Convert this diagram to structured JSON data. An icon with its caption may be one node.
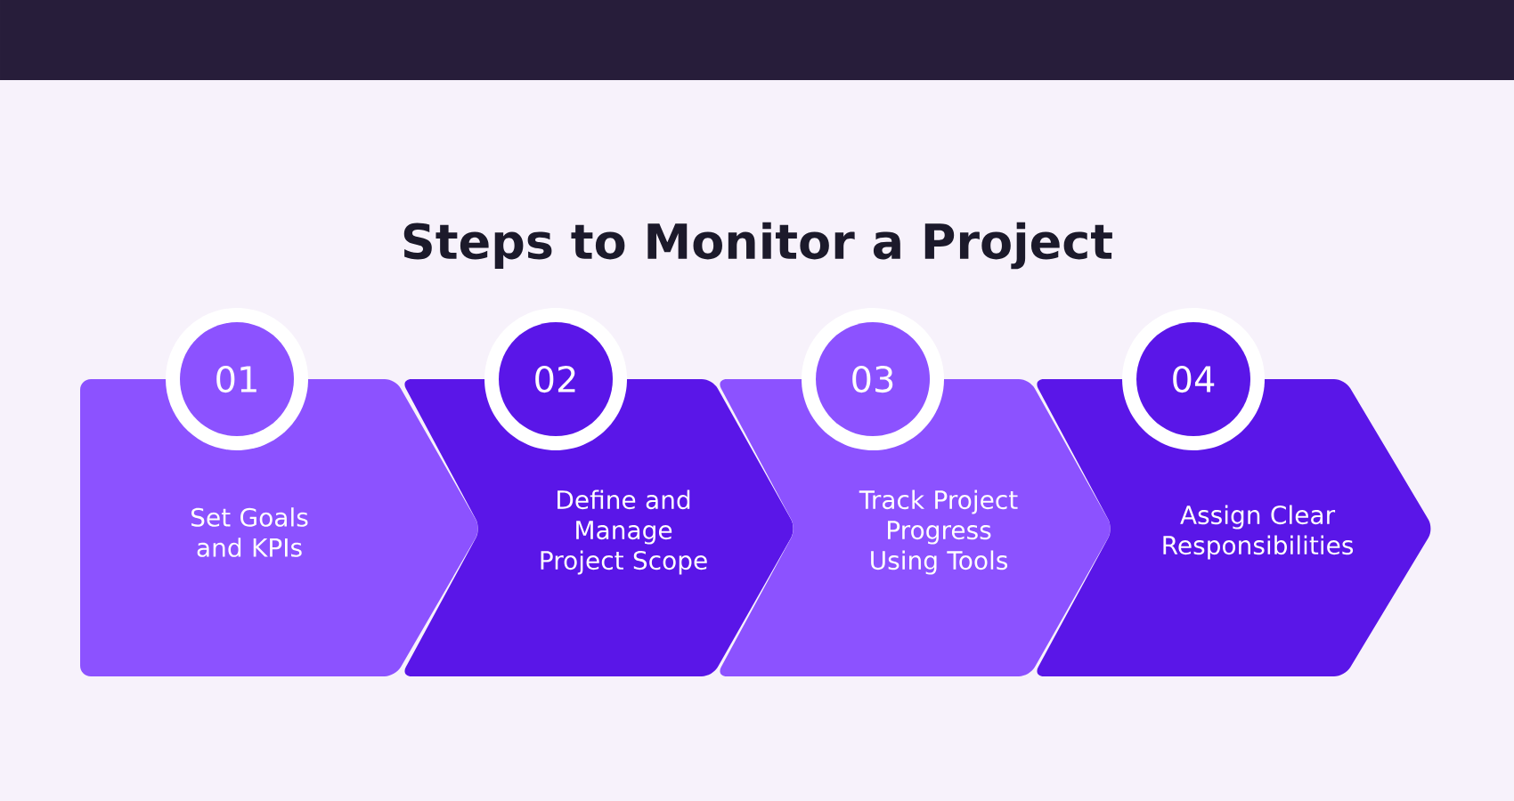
{
  "diagram": {
    "title": "Steps to Monitor a Project",
    "nodes": [
      {
        "text": [
          "01"
        ]
      },
      {
        "text": [
          "Set Goals and KPIs"
        ]
      },
      {
        "text": [
          "02"
        ]
      },
      {
        "text": [
          "Define and Manage Project Scope"
        ]
      },
      {
        "text": [
          "03"
        ]
      },
      {
        "text": [
          "Track Project Progress Using Tools"
        ]
      },
      {
        "text": [
          "04"
        ]
      },
      {
        "text": [
          "Assign Clear Responsibilities"
        ]
      }
    ]
  }
}
